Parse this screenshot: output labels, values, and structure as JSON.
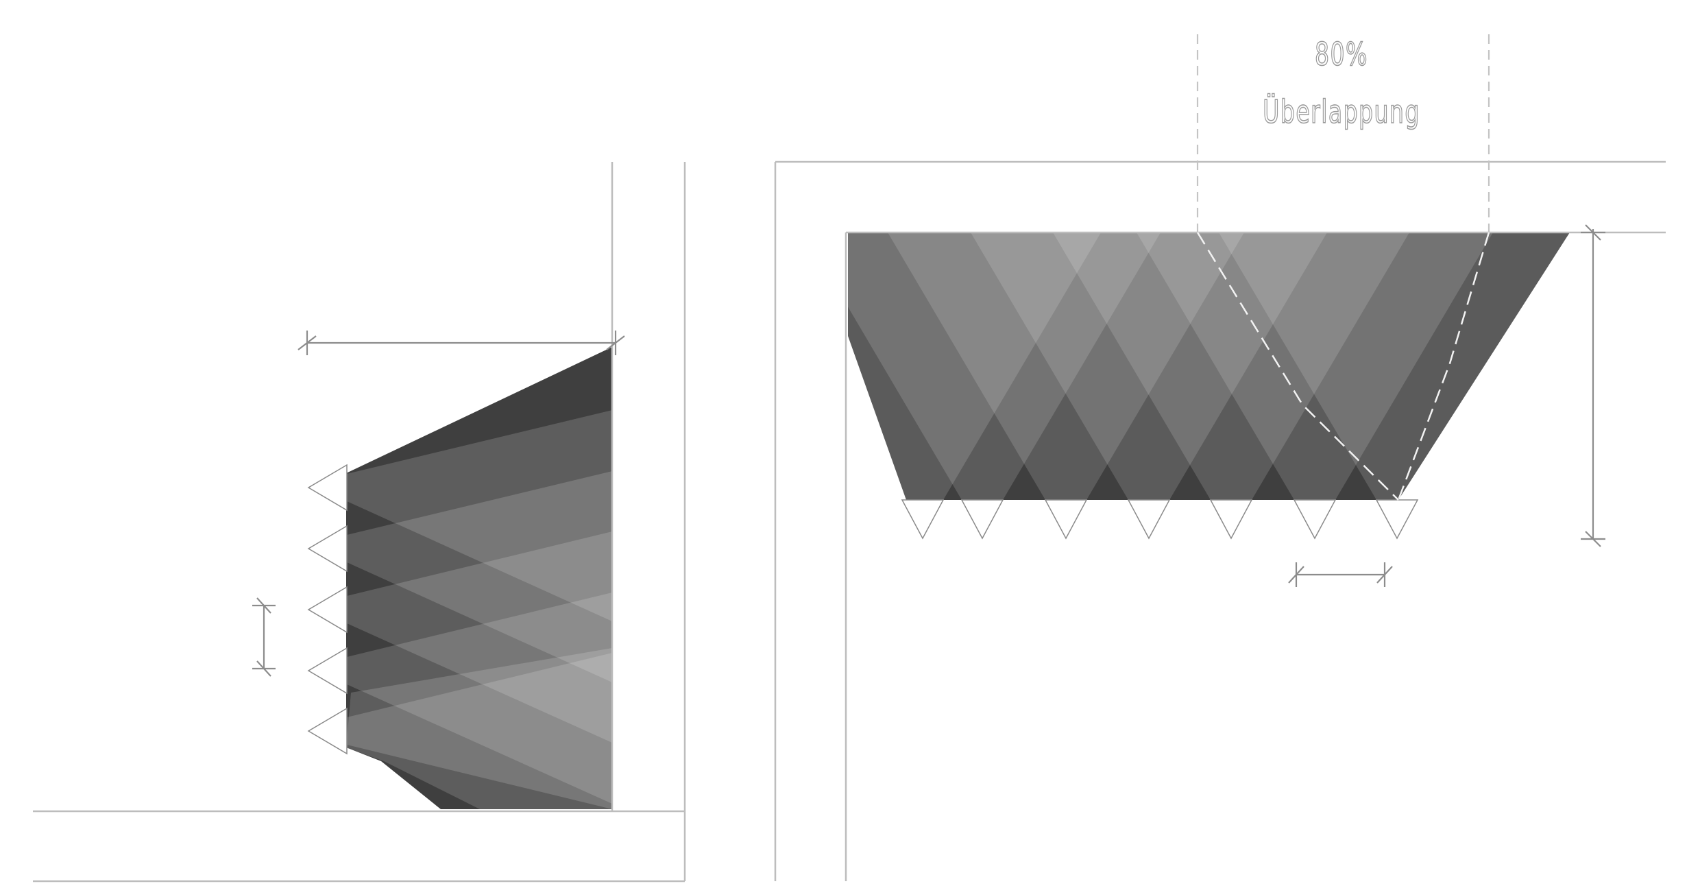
{
  "overlap_label": {
    "percent": "80%",
    "text": "Überlappung"
  },
  "colors": {
    "background": "#ffffff",
    "wall_line": "#bdbdbd",
    "dimension_line": "#8c8c8c",
    "shades": [
      "#3f3f3f",
      "#6f6f6f",
      "#939393",
      "#b0b0b0",
      "#c8c8c8"
    ]
  },
  "views": {
    "side_view": {
      "beam_count": 5,
      "shade_levels": 5
    },
    "corner_view": {
      "beam_count": 7
    }
  }
}
